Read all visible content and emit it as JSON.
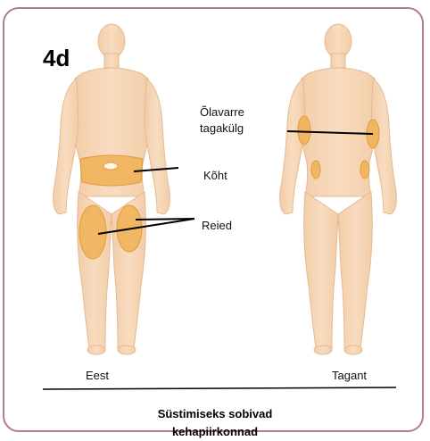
{
  "step": "4d",
  "labels": {
    "upper_arm": "Õlavarre tagakülg",
    "abdomen": "Kõht",
    "thighs": "Reied"
  },
  "views": {
    "front": "Eest",
    "back": "Tagant"
  },
  "caption": "Süstimiseks sobivad kehapiirkonnad",
  "colors": {
    "frame": "#b37a93",
    "skin": "#f6d7b8",
    "injection_site": "#f0b25a"
  }
}
